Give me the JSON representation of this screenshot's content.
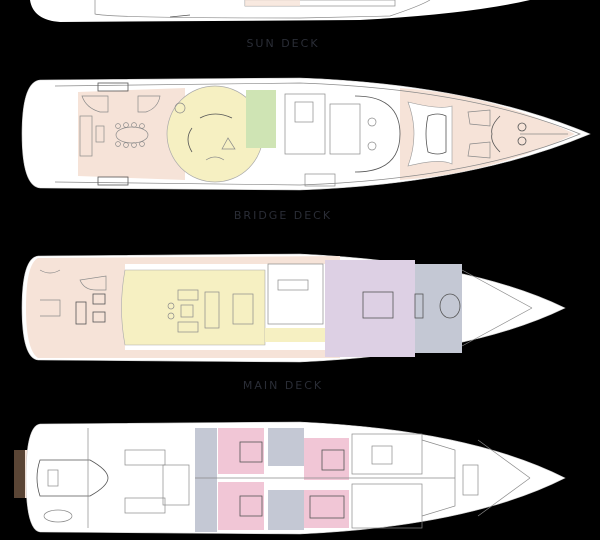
{
  "decks": [
    {
      "id": "sun",
      "label": "SUN DECK"
    },
    {
      "id": "bridge",
      "label": "BRIDGE DECK"
    },
    {
      "id": "main",
      "label": "MAIN DECK"
    },
    {
      "id": "lower",
      "label": ""
    }
  ],
  "colors": {
    "background": "#000000",
    "hull": "#ffffff",
    "deck_teak": "#f6e3d8",
    "salon_yellow": "#f6f0c2",
    "gym_green": "#cfe4b4",
    "master_purple": "#ddd0e4",
    "bath_grey": "#c4c8d4",
    "cabin_pink": "#f1c6d6",
    "swim_platform": "#5a4535",
    "label_text": "#2a2d36"
  }
}
